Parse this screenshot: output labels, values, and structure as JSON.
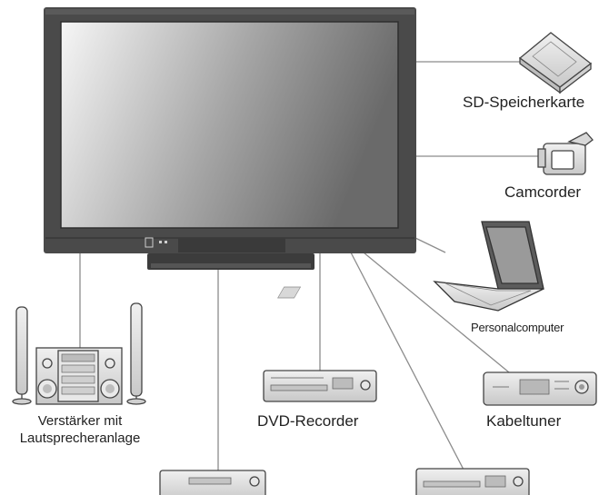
{
  "labels": {
    "sd_card": "SD-Speicherkarte",
    "camcorder": "Camcorder",
    "personal_computer": "Personalcomputer",
    "cable_tuner": "Kabeltuner",
    "dvd_recorder": "DVD-Recorder",
    "amplifier_line1": "Verstärker mit",
    "amplifier_line2": "Lautsprecheranlage"
  },
  "colors": {
    "tv_bezel": "#4a4a4a",
    "screen_light": "#f4f4f4",
    "screen_dark": "#6e6e6e",
    "device_fill": "#e2e2e2",
    "line": "#8c8c8c"
  },
  "icons": [
    "tv-icon",
    "sd-card-icon",
    "camcorder-icon",
    "laptop-icon",
    "cable-tuner-icon",
    "dvd-recorder-icon",
    "vcr-icon",
    "stereo-system-icon"
  ]
}
